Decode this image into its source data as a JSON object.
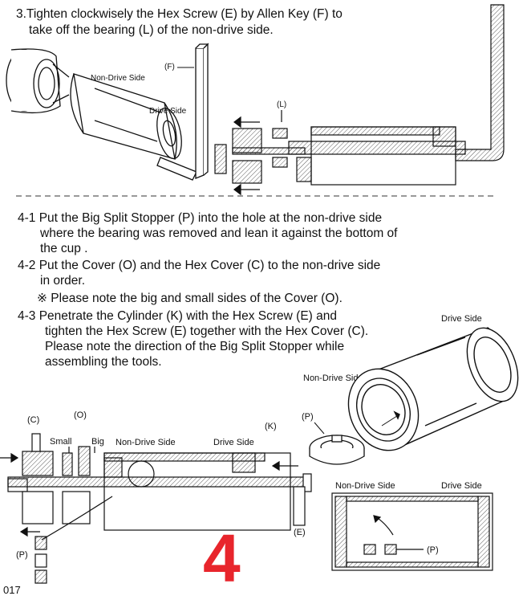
{
  "step3": {
    "line1": "3.Tighten clockwisely the Hex Screw (E) by Allen Key (F) to",
    "line2": "take off the bearing (L) of the non-drive side."
  },
  "fig1": {
    "label_F": "(F)",
    "label_non_drive": "Non-Drive Side",
    "label_drive": "Drive Side",
    "label_L": "(L)"
  },
  "step4": {
    "item1_line1": "4-1 Put the Big Split Stopper (P) into the hole at the non-drive side",
    "item1_line2": "where the bearing was removed and lean it against the bottom of",
    "item1_line3": "the cup .",
    "item2_line1": "4-2 Put the Cover (O) and the Hex Cover (C) to the non-drive side",
    "item2_line2": "in order.",
    "note": "※ Please note the big and small sides of the Cover (O).",
    "item3_line1": "4-3 Penetrate the Cylinder (K) with the Hex Screw (E) and",
    "item3_line2": "tighten the Hex Screw (E) together with the Hex Cover (C).",
    "item3_line3": "Please note the direction of the Big Split Stopper while",
    "item3_line4": "assembling the tools."
  },
  "fig2": {
    "label_drive": "Drive Side",
    "label_non_drive": "Non-Drive Side",
    "label_P": "(P)"
  },
  "fig3": {
    "label_C": "(C)",
    "label_O": "(O)",
    "label_small": "Small",
    "label_big": "Big",
    "label_non_drive": "Non-Drive Side",
    "label_drive": "Drive Side",
    "label_K": "(K)",
    "label_E": "(E)",
    "label_P": "(P)"
  },
  "fig4": {
    "label_non_drive": "Non-Drive Side",
    "label_drive": "Drive Side",
    "label_P": "(P)"
  },
  "step_number": "4",
  "page_number": "017",
  "colors": {
    "step_number": "#e8252c",
    "ink": "#111111"
  }
}
